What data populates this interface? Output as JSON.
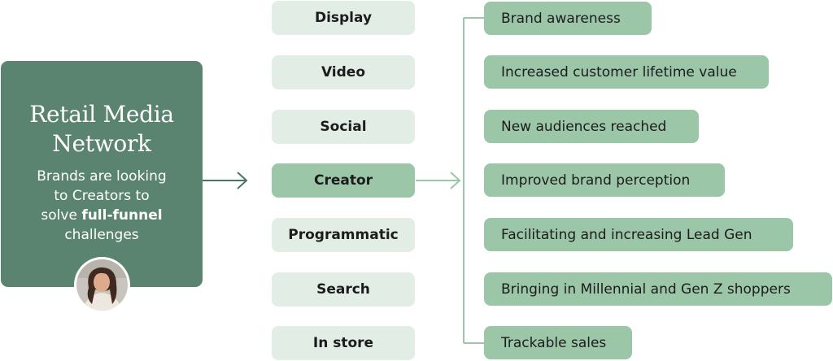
{
  "card": {
    "title_line1": "Retail Media",
    "title_line2": "Network",
    "text_line1": "Brands are looking",
    "text_line2": "to Creators to",
    "text_line3_prefix": "solve ",
    "text_line3_bold": "full-funnel",
    "text_line4": "challenges"
  },
  "channels": [
    {
      "label": "Display"
    },
    {
      "label": "Video"
    },
    {
      "label": "Social"
    },
    {
      "label": "Creator"
    },
    {
      "label": "Programmatic"
    },
    {
      "label": "Search"
    },
    {
      "label": "In store"
    }
  ],
  "active_channel": "Creator",
  "outcomes": [
    {
      "label": "Brand awareness"
    },
    {
      "label": "Increased customer lifetime value"
    },
    {
      "label": "New audiences reached"
    },
    {
      "label": "Improved brand perception"
    },
    {
      "label": "Facilitating and increasing Lead Gen"
    },
    {
      "label": "Bringing in Millennial and Gen Z shoppers"
    },
    {
      "label": "Trackable sales"
    }
  ],
  "colors": {
    "card": "#5a8470",
    "channel": "#e2eee5",
    "active_channel": "#9bc6a8",
    "outcome": "#9bc6a8",
    "connector": "#9bc6a8",
    "left_arrow": "#4a7463"
  }
}
